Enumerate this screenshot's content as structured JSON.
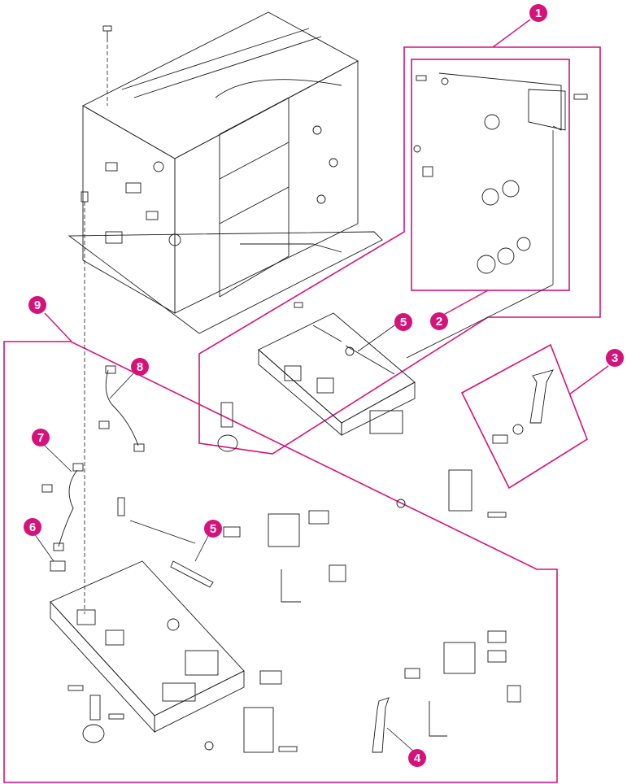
{
  "colors": {
    "accent": "#d6117a",
    "ink": "#1a1a1a",
    "background": "#ffffff"
  },
  "callouts": [
    {
      "id": "c1",
      "label": "1"
    },
    {
      "id": "c2",
      "label": "2"
    },
    {
      "id": "c3",
      "label": "3"
    },
    {
      "id": "c4",
      "label": "4"
    },
    {
      "id": "c5a",
      "label": "5"
    },
    {
      "id": "c5b",
      "label": "5"
    },
    {
      "id": "c6",
      "label": "6"
    },
    {
      "id": "c7",
      "label": "7"
    },
    {
      "id": "c8",
      "label": "8"
    },
    {
      "id": "c9",
      "label": "9"
    }
  ]
}
